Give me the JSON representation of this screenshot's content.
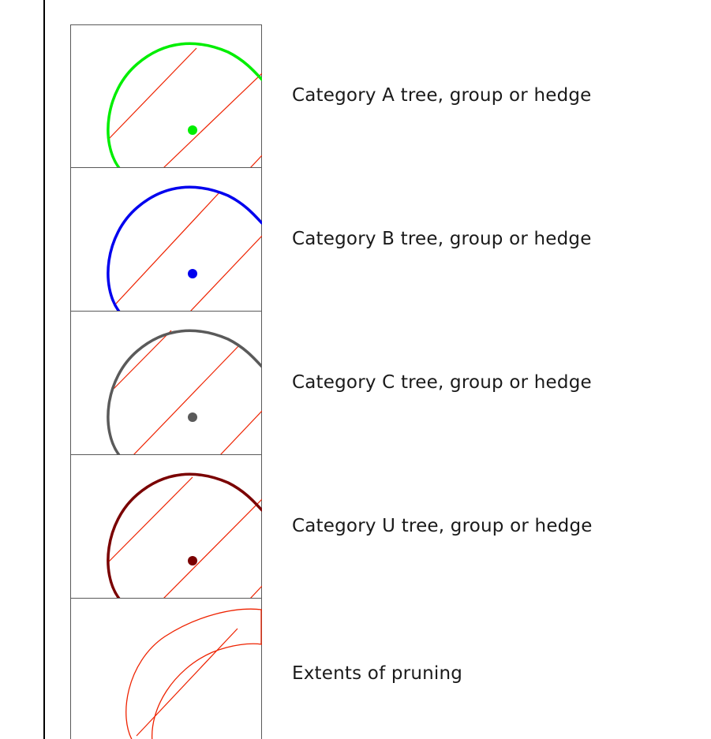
{
  "legend": {
    "items": [
      {
        "id": "cat-a",
        "label": "Category A tree, group or hedge",
        "color": "#00ee00",
        "kind": "tree"
      },
      {
        "id": "cat-b",
        "label": "Category B tree, group or hedge",
        "color": "#0000ee",
        "kind": "tree"
      },
      {
        "id": "cat-c",
        "label": "Category C tree, group or hedge",
        "color": "#5a5a5a",
        "kind": "tree"
      },
      {
        "id": "cat-u",
        "label": "Category U tree, group or hedge",
        "color": "#7a0000",
        "kind": "tree"
      },
      {
        "id": "pruning",
        "label": "Extents of pruning",
        "color": "#ee2200",
        "kind": "pruning"
      }
    ],
    "hatch_color": "#ee2200"
  }
}
